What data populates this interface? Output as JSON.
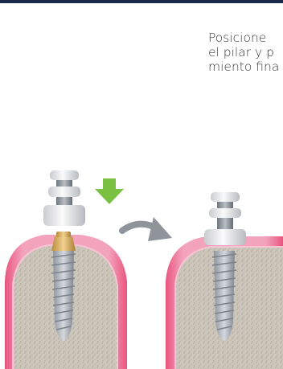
{
  "caption": {
    "line1": "Posicione",
    "line2": "el pilar y p",
    "line3": "miento fina"
  },
  "colors": {
    "header_bar": "#1b2a4a",
    "gum": "#ef6f95",
    "bone": "#cfc8bd",
    "implant": "#a6adb6",
    "arrow_green": "#7ac043",
    "arrow_gray": "#8e949a"
  },
  "icons": [
    "down-arrow-icon",
    "curved-arrow-icon"
  ]
}
